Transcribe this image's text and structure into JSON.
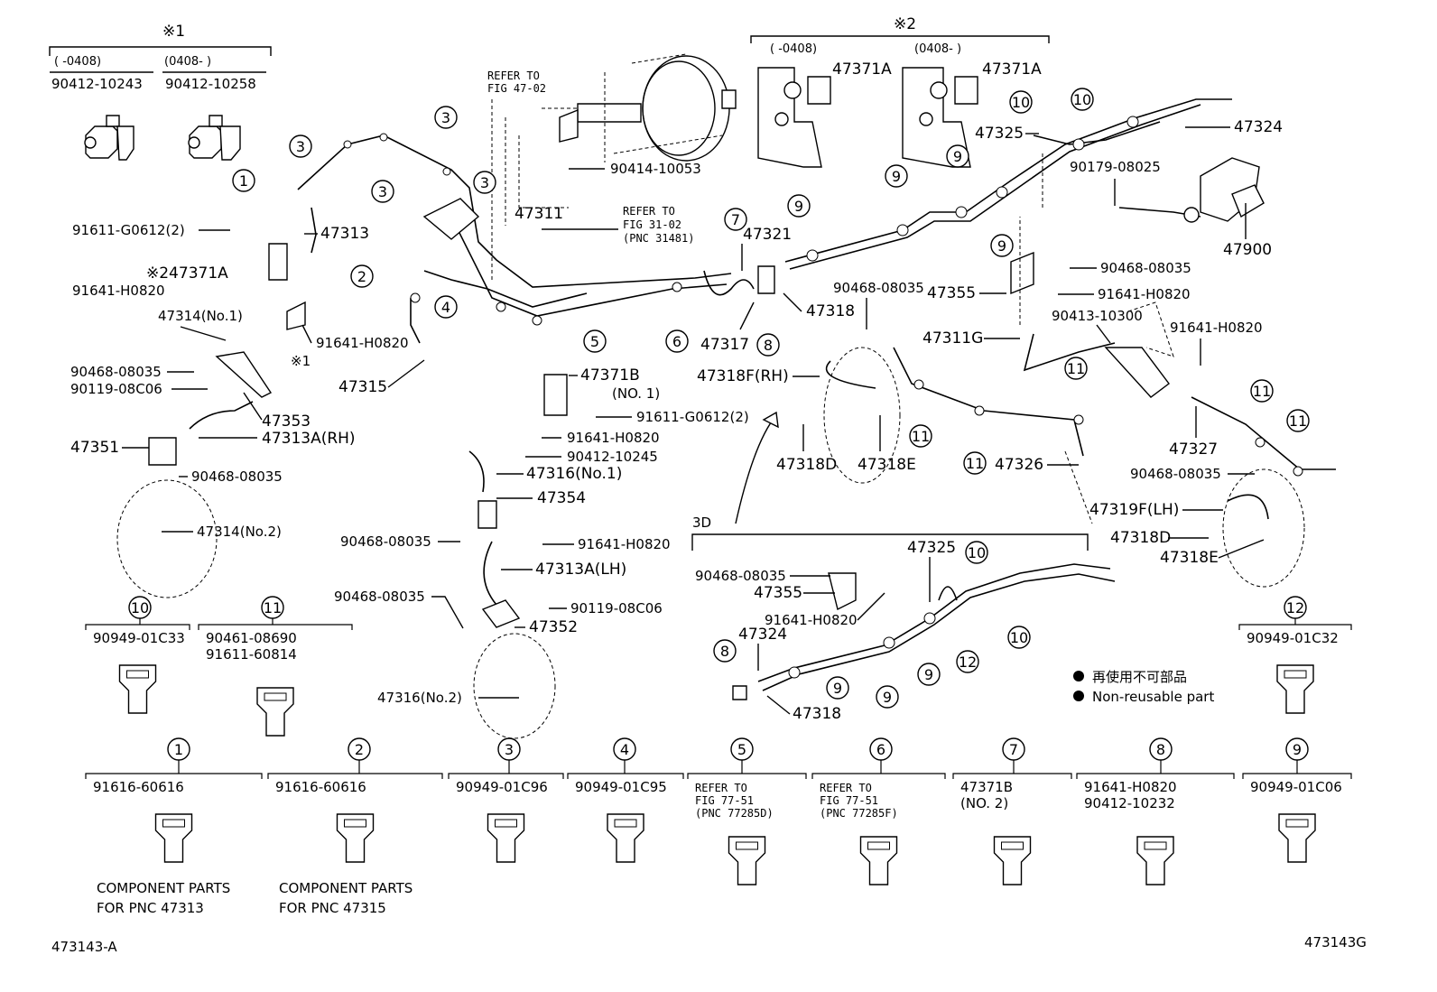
{
  "notes": {
    "ref1_mark": "※1",
    "ref2_mark": "※2",
    "ref1_until": "( -0408)",
    "ref1_from": "(0408- )",
    "ref2_until": "( -0408)",
    "ref2_from": "(0408- )",
    "refer_fig_47": [
      "REFER TO",
      "FIG 47-02"
    ],
    "refer_fig_31": [
      "REFER TO",
      "FIG 31-02",
      "(PNC 31481)"
    ],
    "view_3d": "3D",
    "legend_jp": "再使用不可部品",
    "legend_en": "Non-reusable part",
    "doc_code_left": "473143-A",
    "doc_code_right": "473143G"
  },
  "part_labels": [
    {
      "id": "p-90412-10243",
      "text": "90412-10243"
    },
    {
      "id": "p-90412-10258",
      "text": "90412-10258"
    },
    {
      "id": "p-90414-10053",
      "text": "90414-10053"
    },
    {
      "id": "p-47311",
      "text": "47311"
    },
    {
      "id": "p-47313",
      "text": "47313"
    },
    {
      "id": "p-91611-G0612-a",
      "text": "91611-G0612(2)"
    },
    {
      "id": "p-47371A-left",
      "text": "※247371A"
    },
    {
      "id": "p-91641-H0820-a",
      "text": "91641-H0820"
    },
    {
      "id": "p-47314-no1",
      "text": "47314(No.1)"
    },
    {
      "id": "p-91641-H0820-b",
      "text": "91641-H0820"
    },
    {
      "id": "p-ref1-mid",
      "text": "※1"
    },
    {
      "id": "p-90468-08035-a",
      "text": "90468-08035"
    },
    {
      "id": "p-90119-08C06-a",
      "text": "90119-08C06"
    },
    {
      "id": "p-47353",
      "text": "47353"
    },
    {
      "id": "p-47313A-RH",
      "text": "47313A(RH)"
    },
    {
      "id": "p-47351",
      "text": "47351"
    },
    {
      "id": "p-90468-08035-b",
      "text": "90468-08035"
    },
    {
      "id": "p-47314-no2",
      "text": "47314(No.2)"
    },
    {
      "id": "p-47315",
      "text": "47315"
    },
    {
      "id": "p-47371B-no1",
      "text": "47371B"
    },
    {
      "id": "p-47371B-no1-sub",
      "text": "(NO. 1)"
    },
    {
      "id": "p-91611-G0612-b",
      "text": "91611-G0612(2)"
    },
    {
      "id": "p-91641-H0820-c",
      "text": "91641-H0820"
    },
    {
      "id": "p-90412-10245",
      "text": "90412-10245"
    },
    {
      "id": "p-47316-no1",
      "text": "47316(No.1)"
    },
    {
      "id": "p-47354",
      "text": "47354"
    },
    {
      "id": "p-90468-08035-c",
      "text": "90468-08035"
    },
    {
      "id": "p-91641-H0820-d",
      "text": "91641-H0820"
    },
    {
      "id": "p-47313A-LH",
      "text": "47313A(LH)"
    },
    {
      "id": "p-90468-08035-d",
      "text": "90468-08035"
    },
    {
      "id": "p-90119-08C06-b",
      "text": "90119-08C06"
    },
    {
      "id": "p-47352",
      "text": "47352"
    },
    {
      "id": "p-47316-no2",
      "text": "47316(No.2)"
    },
    {
      "id": "p-47321",
      "text": "47321"
    },
    {
      "id": "p-47318-a",
      "text": "47318"
    },
    {
      "id": "p-47317",
      "text": "47317"
    },
    {
      "id": "p-47371A-top1",
      "text": "47371A"
    },
    {
      "id": "p-47371A-top2",
      "text": "47371A"
    },
    {
      "id": "p-47325-a",
      "text": "47325"
    },
    {
      "id": "p-47324-a",
      "text": "47324"
    },
    {
      "id": "p-90179-08025",
      "text": "90179-08025"
    },
    {
      "id": "p-47900",
      "text": "47900"
    },
    {
      "id": "p-90468-08035-e",
      "text": "90468-08035"
    },
    {
      "id": "p-90468-08035-f",
      "text": "90468-08035"
    },
    {
      "id": "p-47355-a",
      "text": "47355"
    },
    {
      "id": "p-91641-H0820-e",
      "text": "91641-H0820"
    },
    {
      "id": "p-90413-10300",
      "text": "90413-10300"
    },
    {
      "id": "p-91641-H0820-f",
      "text": "91641-H0820"
    },
    {
      "id": "p-47311G",
      "text": "47311G"
    },
    {
      "id": "p-47318F-RH",
      "text": "47318F(RH)"
    },
    {
      "id": "p-47318D-a",
      "text": "47318D"
    },
    {
      "id": "p-47318E-a",
      "text": "47318E"
    },
    {
      "id": "p-47326",
      "text": "47326"
    },
    {
      "id": "p-47327",
      "text": "47327"
    },
    {
      "id": "p-90468-08035-g",
      "text": "90468-08035"
    },
    {
      "id": "p-47319F-LH",
      "text": "47319F(LH)"
    },
    {
      "id": "p-47318D-b",
      "text": "47318D"
    },
    {
      "id": "p-47318E-b",
      "text": "47318E"
    },
    {
      "id": "p-47325-b",
      "text": "47325"
    },
    {
      "id": "p-90468-08035-h",
      "text": "90468-08035"
    },
    {
      "id": "p-47355-b",
      "text": "47355"
    },
    {
      "id": "p-91641-H0820-g",
      "text": "91641-H0820"
    },
    {
      "id": "p-47324-b",
      "text": "47324"
    },
    {
      "id": "p-47318-b",
      "text": "47318"
    }
  ],
  "callouts": [
    {
      "id": "c-left-3a",
      "num": "3"
    },
    {
      "id": "c-left-3b",
      "num": "3"
    },
    {
      "id": "c-left-3c",
      "num": "3"
    },
    {
      "id": "c-left-3d",
      "num": "3"
    },
    {
      "id": "c-left-1",
      "num": "1"
    },
    {
      "id": "c-left-2",
      "num": "2"
    },
    {
      "id": "c-left-4",
      "num": "4"
    },
    {
      "id": "c-left-5",
      "num": "5"
    },
    {
      "id": "c-mid-6",
      "num": "6"
    },
    {
      "id": "c-mid-7",
      "num": "7"
    },
    {
      "id": "c-mid-8",
      "num": "8"
    },
    {
      "id": "c-mid-9",
      "num": "9"
    },
    {
      "id": "c-top-9a",
      "num": "9"
    },
    {
      "id": "c-top-9b",
      "num": "9"
    },
    {
      "id": "c-top-9c",
      "num": "9"
    },
    {
      "id": "c-top-10a",
      "num": "10"
    },
    {
      "id": "c-top-10b",
      "num": "10"
    },
    {
      "id": "c-r-11a",
      "num": "11"
    },
    {
      "id": "c-r-11b",
      "num": "11"
    },
    {
      "id": "c-r-11c",
      "num": "11"
    },
    {
      "id": "c-r-11d",
      "num": "11"
    },
    {
      "id": "c-r-11e",
      "num": "11"
    },
    {
      "id": "c-3d-8",
      "num": "8"
    },
    {
      "id": "c-3d-9a",
      "num": "9"
    },
    {
      "id": "c-3d-9b",
      "num": "9"
    },
    {
      "id": "c-3d-9c",
      "num": "9"
    },
    {
      "id": "c-3d-10a",
      "num": "10"
    },
    {
      "id": "c-3d-10b",
      "num": "10"
    },
    {
      "id": "c-3d-12",
      "num": "12"
    }
  ],
  "detail_groups": [
    {
      "id": "d10",
      "num": "10",
      "parts": [
        "90949-01C33"
      ]
    },
    {
      "id": "d11",
      "num": "11",
      "parts": [
        "90461-08690",
        "91611-60814"
      ]
    },
    {
      "id": "d12",
      "num": "12",
      "parts": [
        "90949-01C32"
      ]
    },
    {
      "id": "d1",
      "num": "1",
      "parts": [
        "91616-60616"
      ],
      "note": [
        "COMPONENT PARTS",
        "FOR PNC 47313"
      ]
    },
    {
      "id": "d2",
      "num": "2",
      "parts": [
        "91616-60616"
      ],
      "note": [
        "COMPONENT PARTS",
        "FOR PNC 47315"
      ]
    },
    {
      "id": "d3",
      "num": "3",
      "parts": [
        "90949-01C96"
      ]
    },
    {
      "id": "d4",
      "num": "4",
      "parts": [
        "90949-01C95"
      ]
    },
    {
      "id": "d5",
      "num": "5",
      "parts": [],
      "note": [
        "REFER TO",
        "FIG 77-51",
        "(PNC 77285D)"
      ]
    },
    {
      "id": "d6",
      "num": "6",
      "parts": [],
      "note": [
        "REFER TO",
        "FIG 77-51",
        "(PNC 77285F)"
      ]
    },
    {
      "id": "d7",
      "num": "7",
      "parts": [
        "47371B",
        "(NO. 2)"
      ]
    },
    {
      "id": "d8",
      "num": "8",
      "parts": [
        "91641-H0820",
        "90412-10232"
      ]
    },
    {
      "id": "d9",
      "num": "9",
      "parts": [
        "90949-01C06"
      ]
    }
  ]
}
